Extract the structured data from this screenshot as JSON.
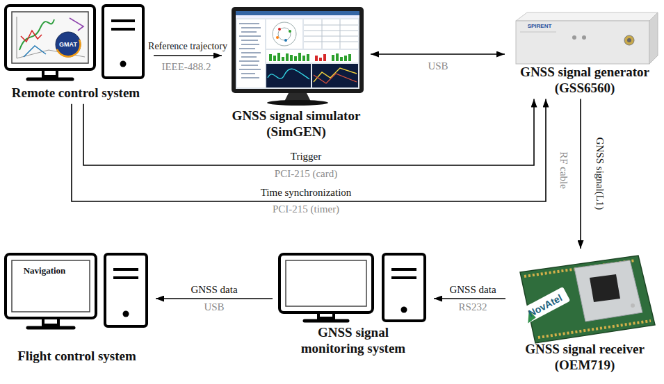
{
  "diagram": {
    "nodes": [
      {
        "text": [
          "Remote control system"
        ]
      },
      {
        "text": [
          "GNSS signal simulator (SimGEN)"
        ]
      },
      {
        "text": [
          "GNSS signal generator (GSS6560)"
        ]
      },
      {
        "text": [
          "Flight control system"
        ]
      },
      {
        "text": [
          "GNSS signal monitoring system"
        ]
      },
      {
        "text": [
          "GNSS signal receiver (OEM719)"
        ]
      }
    ],
    "edges": [
      {
        "from": 0,
        "to": 1,
        "arrow": "to",
        "label": "Reference trajectory"
      },
      {
        "from": 1,
        "to": 2,
        "arrow": "both",
        "label": "USB"
      },
      {
        "from": 0,
        "to": 2,
        "arrow": "to",
        "label": "Trigger"
      },
      {
        "from": 0,
        "to": 2,
        "arrow": "to",
        "label": "Time synchronization"
      },
      {
        "from": 2,
        "to": 5,
        "arrow": "to",
        "label": "GNSS signal(L1)"
      },
      {
        "from": 5,
        "to": 4,
        "arrow": "to",
        "label": "GNSS data"
      },
      {
        "from": 4,
        "to": 3,
        "arrow": "to",
        "label": "GNSS data"
      }
    ],
    "labels": [
      "GMAT",
      "IEEE-488.2",
      "SPIRENT",
      "PCI-215 (card)",
      "PCI-215 (timer)",
      "RF cable",
      "NovAtel",
      "Navigation",
      "RS232",
      "USB"
    ]
  }
}
